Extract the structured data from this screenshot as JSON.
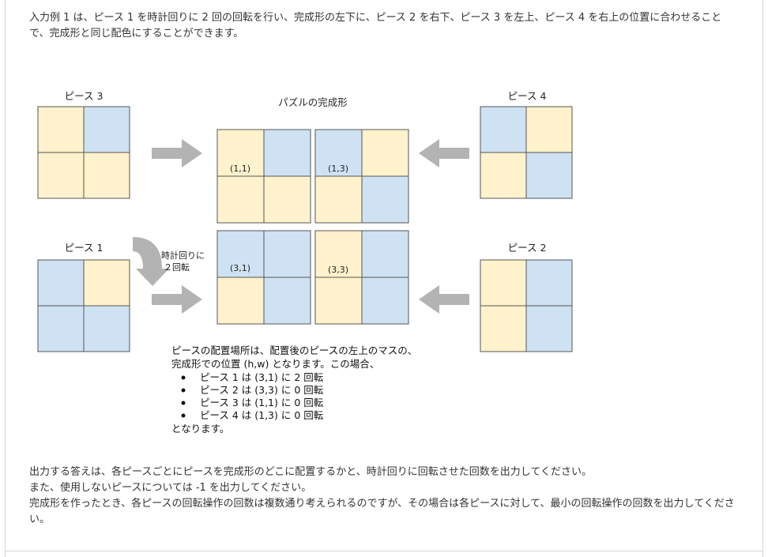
{
  "intro": "入力例 1 は、ピース 1 を時計回りに 2 回の回転を行い、完成形の左下に、ピース 2 を右下、ピース 3 を左上、ピース 4 を右上の位置に合わせることで、完成形と同じ配色にすることができます。",
  "colors": {
    "yellow": "#fff2cc",
    "blue": "#cfe2f3",
    "grid": "#555555",
    "arrow": "#b3b3b3"
  },
  "pieces": [
    {
      "label": "ピース 3",
      "cells": [
        "Y",
        "B",
        "Y",
        "Y"
      ]
    },
    {
      "label": "ピース 4",
      "cells": [
        "B",
        "Y",
        "Y",
        "B"
      ]
    },
    {
      "label": "ピース 1",
      "cells": [
        "B",
        "Y",
        "B",
        "B"
      ]
    },
    {
      "label": "ピース 2",
      "cells": [
        "Y",
        "B",
        "Y",
        "B"
      ]
    }
  ],
  "puzzle": {
    "title": "パズルの完成形",
    "blocks": [
      {
        "coord": "(1,1)",
        "cells": [
          "Y",
          "B",
          "Y",
          "Y"
        ]
      },
      {
        "coord": "(1,3)",
        "cells": [
          "B",
          "Y",
          "Y",
          "B"
        ]
      },
      {
        "coord": "(3,1)",
        "cells": [
          "B",
          "B",
          "Y",
          "B"
        ]
      },
      {
        "coord": "(3,3)",
        "cells": [
          "Y",
          "B",
          "Y",
          "B"
        ]
      }
    ]
  },
  "rotate_label": [
    "時計回りに",
    "２回転"
  ],
  "placement_note": {
    "lines": [
      "ピースの配置場所は、配置後のピースの左上のマスの、",
      "完成形での位置 (h,w) となります。この場合、"
    ],
    "bullets": [
      "ピース 1 は (3,1) に 2 回転",
      "ピース 2 は (3,3) に 0 回転",
      "ピース 3 は (1,1) に 0 回転",
      "ピース 4 は (1,3) に 0 回転"
    ],
    "closing": "となります。"
  },
  "output": [
    "出力する答えは、各ピースごとにピースを完成形のどこに配置するかと、時計回りに回転させた回数を出力してください。",
    "また、使用しないピースについては -1 を出力してください。",
    "完成形を作ったとき、各ピースの回転操作の回数は複数通り考えられるのですが、その場合は各ピースに対して、最小の回転操作の回数を出力してください。"
  ]
}
